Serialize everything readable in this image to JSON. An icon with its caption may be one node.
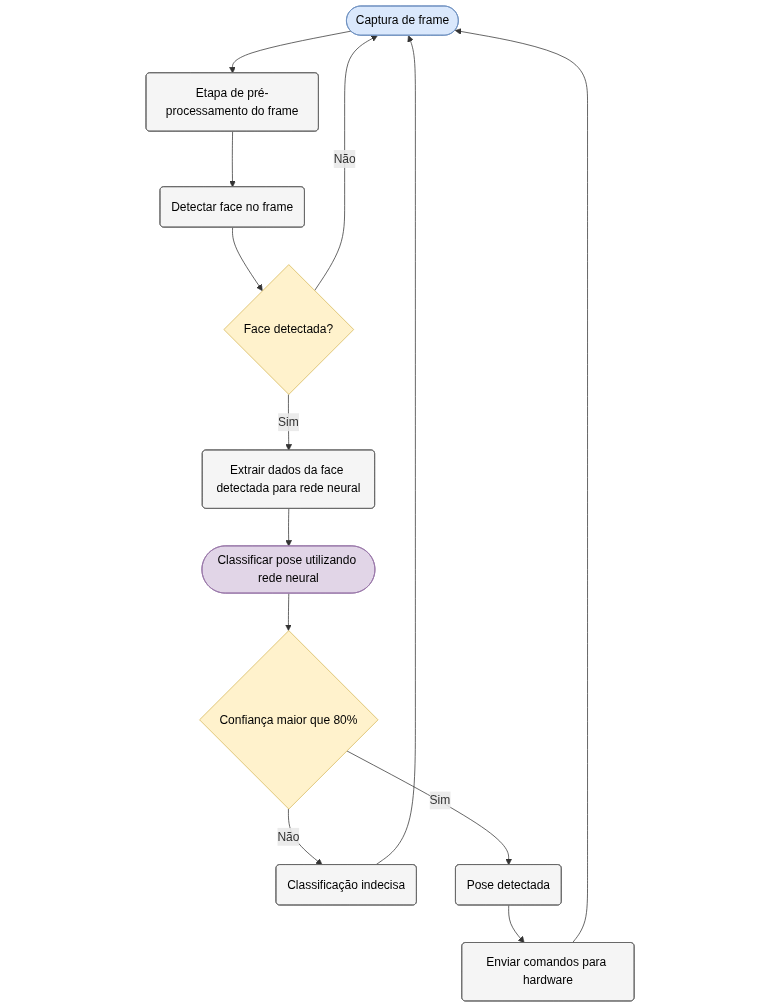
{
  "diagram": {
    "nodes": [
      {
        "text": [
          "Captura de frame"
        ]
      },
      {
        "text": [
          "Etapa de pré-processamento do frame"
        ]
      },
      {
        "text": [
          "Detectar face no frame"
        ]
      },
      {
        "text": [
          "Face detectada?"
        ]
      },
      {
        "text": [
          "Extrair dados da face detectada para rede neural"
        ]
      },
      {
        "text": [
          "Classificar pose utilizando rede neural"
        ]
      },
      {
        "text": [
          "Confiança maior que 80%"
        ]
      },
      {
        "text": [
          "Classificação indecisa"
        ]
      },
      {
        "text": [
          "Pose detectada"
        ]
      },
      {
        "text": [
          "Enviar comandos para hardware"
        ]
      }
    ],
    "edges": [
      {
        "from": 0,
        "to": 1,
        "arrow": "to"
      },
      {
        "from": 1,
        "to": 2,
        "arrow": "to"
      },
      {
        "from": 2,
        "to": 3,
        "arrow": "to"
      },
      {
        "from": 3,
        "to": 0,
        "arrow": "to",
        "label": "Não"
      },
      {
        "from": 3,
        "to": 4,
        "arrow": "to",
        "label": "Sim"
      },
      {
        "from": 4,
        "to": 5,
        "arrow": "to"
      },
      {
        "from": 5,
        "to": 6,
        "arrow": "to"
      },
      {
        "from": 6,
        "to": 7,
        "arrow": "to",
        "label": "Não"
      },
      {
        "from": 6,
        "to": 8,
        "arrow": "to",
        "label": "Sim"
      },
      {
        "from": 7,
        "to": 0,
        "arrow": "to"
      },
      {
        "from": 8,
        "to": 9,
        "arrow": "to"
      },
      {
        "from": 9,
        "to": 0,
        "arrow": "to"
      }
    ]
  }
}
